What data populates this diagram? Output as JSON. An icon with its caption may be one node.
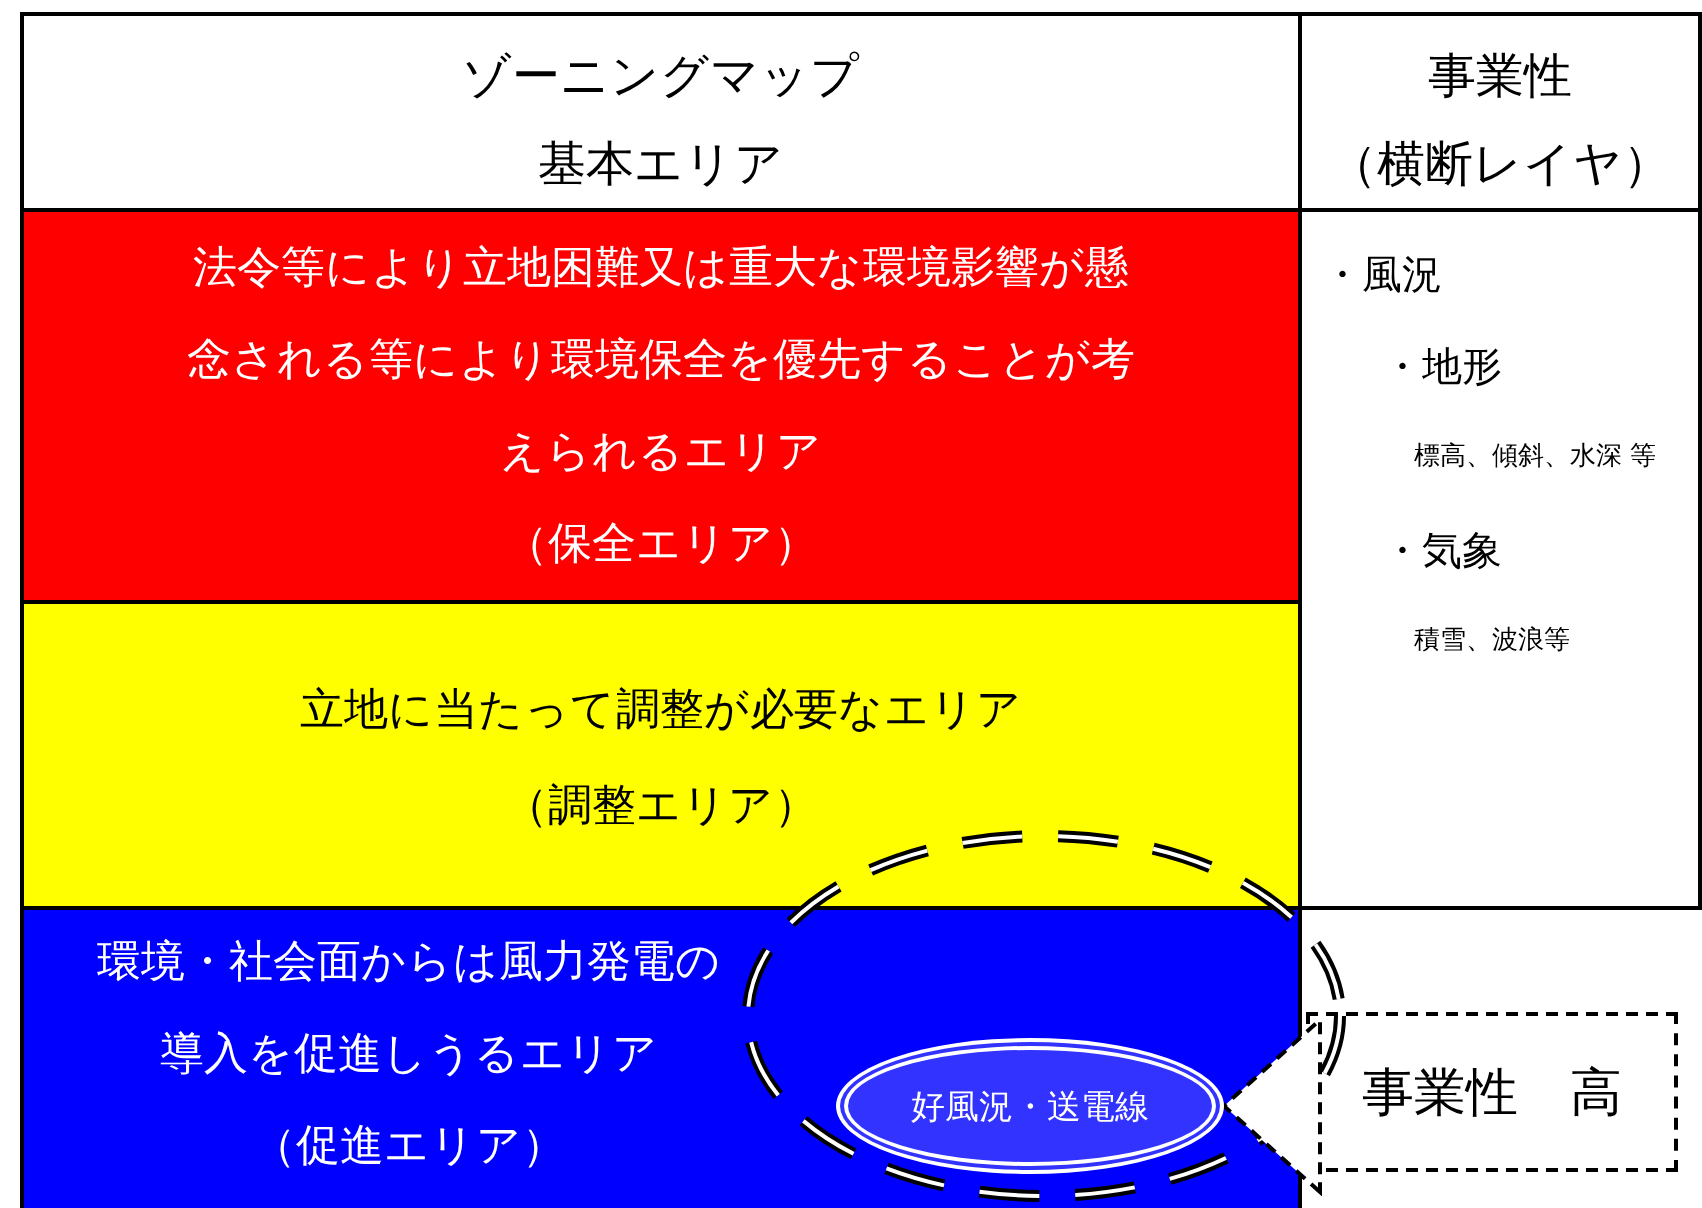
{
  "diagram": {
    "nodes": [
      {
        "text": [
          "ゾーニングマップ",
          "基本エリア"
        ]
      },
      {
        "text": [
          "事業性",
          "（横断レイヤ）"
        ]
      },
      {
        "text": [
          "法令等により立地困難又は重大な環境影響が懸念される等により環境保全を優先することが考えられるエリア",
          "（保全エリア）"
        ]
      },
      {
        "text": [
          "立地に当たって調整が必要なエリア",
          "（調整エリア）"
        ]
      },
      {
        "text": [
          "環境・社会面からは風力発電の導入を促進しうるエリア",
          "（促進エリア）"
        ]
      },
      {
        "text": [
          "・風況",
          "・地形",
          "標高、傾斜、水深 等",
          "・気象",
          "積雪、波浪等"
        ]
      },
      {
        "text": [
          "好風況・送電線"
        ],
        "in": 4
      },
      {
        "text": [
          "事業性　高"
        ]
      }
    ],
    "edges": [
      {
        "from": 7,
        "to": 6,
        "arrow": "to",
        "style": "dashed"
      }
    ]
  }
}
